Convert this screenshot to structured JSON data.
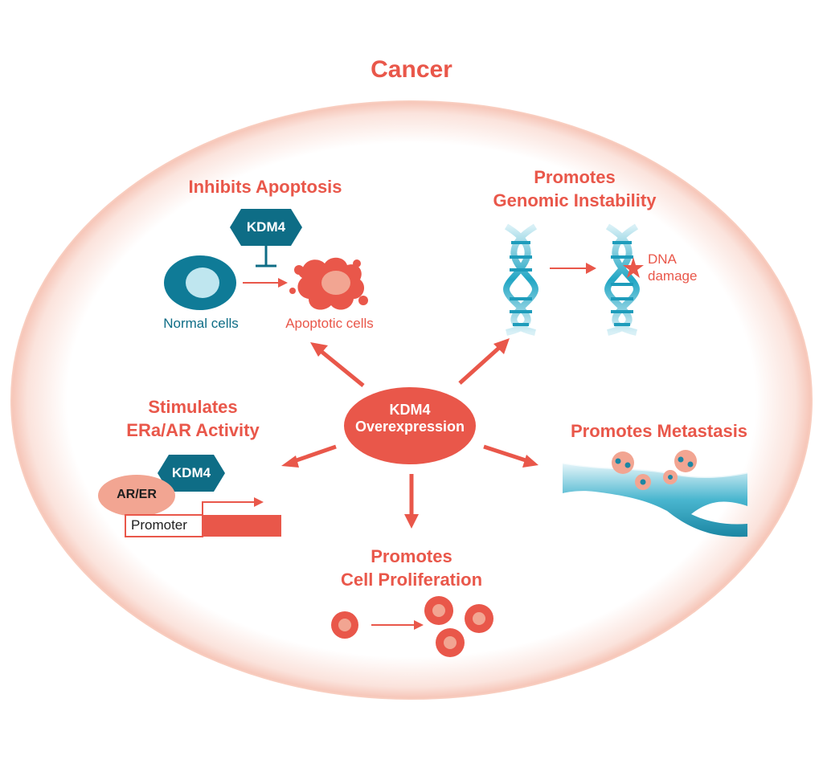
{
  "title": "Cancer",
  "center": {
    "line1": "KDM4",
    "line2": "Overexpression"
  },
  "apoptosis": {
    "heading": "Inhibits Apoptosis",
    "inhibitor": "KDM4",
    "normal_label": "Normal cells",
    "apoptotic_label": "Apoptotic cells"
  },
  "genomic": {
    "heading_line1": "Promotes",
    "heading_line2": "Genomic Instability",
    "damage_line1": "DNA",
    "damage_line2": "damage"
  },
  "er_ar": {
    "heading_line1": "Stimulates",
    "heading_line2": "ERa/AR Activity",
    "kdm4": "KDM4",
    "receptor": "AR/ER",
    "promoter": "Promoter"
  },
  "metastasis": {
    "heading": "Promotes Metastasis"
  },
  "proliferation": {
    "heading_line1": "Promotes",
    "heading_line2": "Cell Proliferation"
  },
  "colors": {
    "accent_red": "#e9574a",
    "teal_dark": "#0e6d86",
    "teal_light": "#bfe6ef",
    "salmon": "#f2a592"
  }
}
